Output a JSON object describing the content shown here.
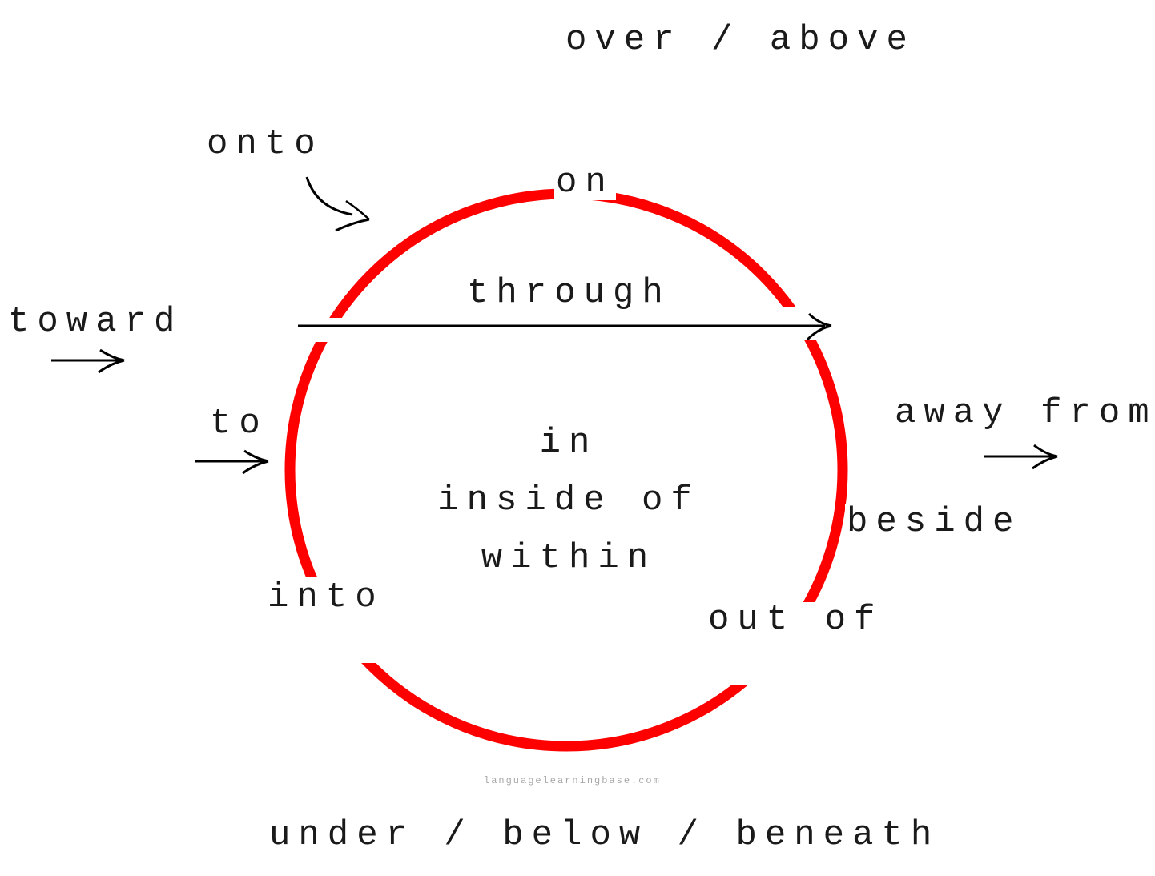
{
  "diagram": {
    "title_top": "over / above",
    "title_bottom": "under / below / beneath",
    "circle_color": "#ff0000",
    "text_color": "#1a1a1a",
    "labels": {
      "onto": "onto",
      "on": "on",
      "through": "through",
      "toward": "toward",
      "to": "to",
      "inside_1": "in",
      "inside_2": "inside of",
      "inside_3": "within",
      "into": "into",
      "out_of": "out of",
      "beside": "beside",
      "away_from": "away from"
    },
    "watermark": "languagelearningbase.com"
  }
}
